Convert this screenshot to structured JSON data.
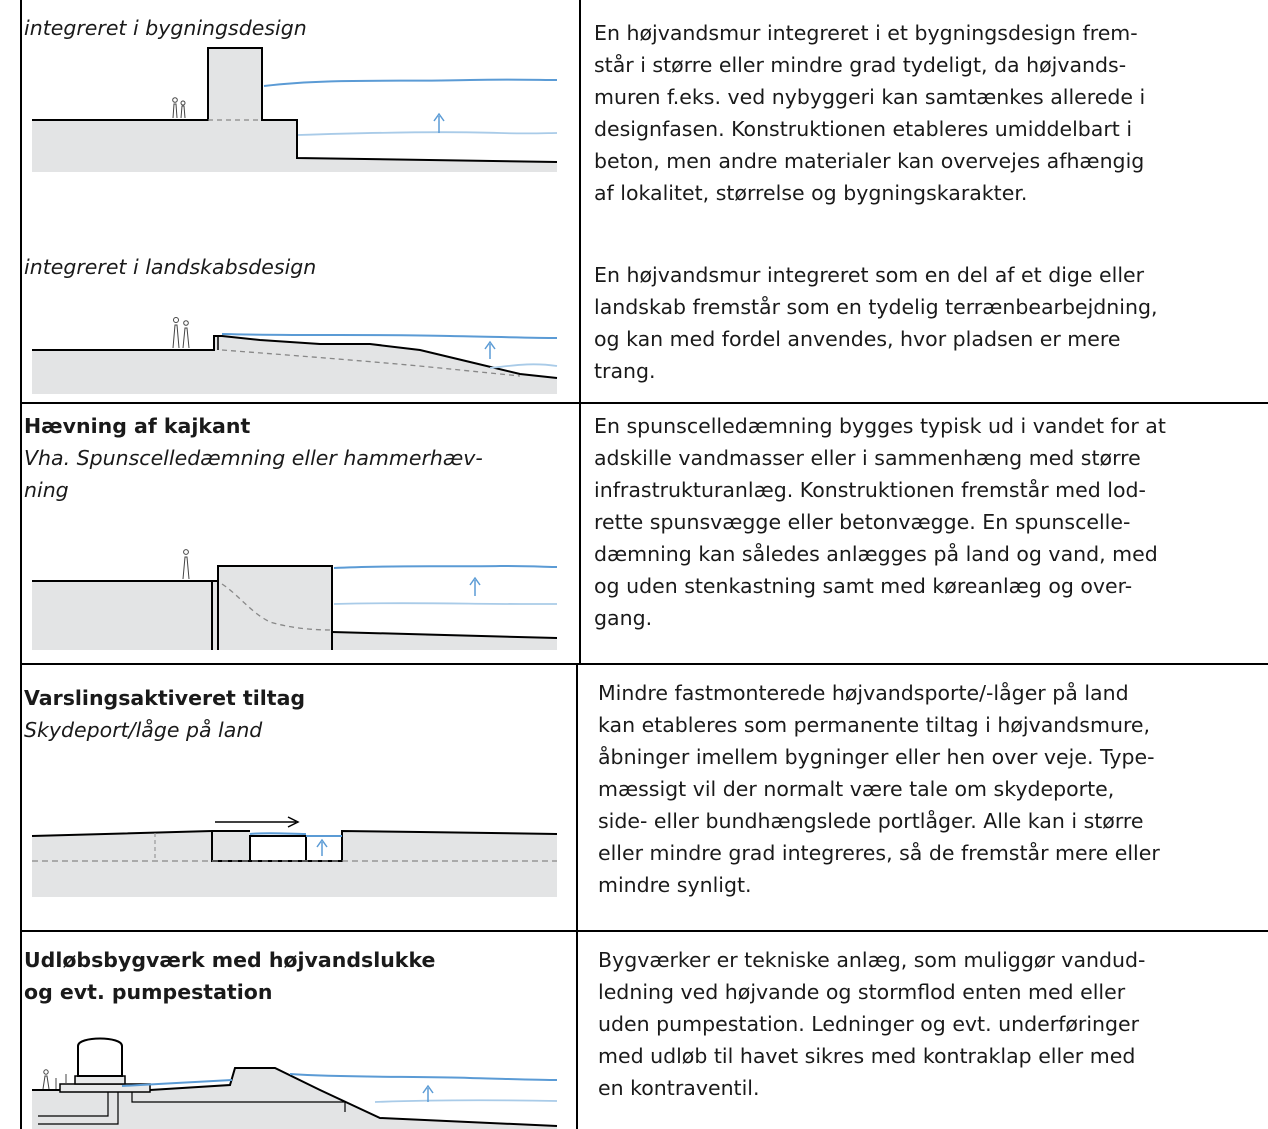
{
  "rows": [
    {
      "blocks": [
        {
          "caption": "integreret i bygningsdesign",
          "lines": [
            "En højvandsmur integreret i et bygningsdesign frem-",
            "står i større eller mindre grad tydeligt, da højvands-",
            "muren f.eks. ved nybyggeri kan samtænkes allerede i",
            "designfasen. Konstruktionen etableres umiddelbart i",
            "beton, men andre materialer kan overvejes afhængig",
            "af lokalitet, størrelse og bygningskarakter."
          ]
        },
        {
          "caption": "integreret i landskabsdesign",
          "lines": [
            "En højvandsmur integreret som en del af et dige eller",
            "landskab fremstår som en tydelig terrænbearbejdning,",
            "og kan med fordel anvendes, hvor pladsen er mere",
            "trang."
          ]
        }
      ]
    },
    {
      "title": "Hævning af kajkant",
      "subtitle_lines": [
        "Vha. Spunscelledæmning eller hammerhæv-",
        "ning"
      ],
      "lines": [
        "En spunscelledæmning bygges typisk ud i vandet for at",
        "adskille vandmasser eller i sammenhæng med større",
        "infrastrukturanlæg. Konstruktionen fremstår med lod-",
        "rette spunsvægge eller betonvægge. En spunscelle-",
        "dæmning kan således anlægges på land og vand, med",
        "og uden stenkastning samt med køreanlæg og over-",
        "gang."
      ]
    },
    {
      "title": "Varslingsaktiveret tiltag",
      "subtitle_lines": [
        "Skydeport/låge på land"
      ],
      "lines": [
        "Mindre fastmonterede højvandsporte/-låger på land",
        "kan etableres som permanente tiltag i højvandsmure,",
        "åbninger imellem bygninger eller hen over veje. Type-",
        "mæssigt vil der normalt være tale om skydeporte,",
        "side- eller bundhængslede portlåger. Alle kan i større",
        "eller mindre grad integreres, så de fremstår mere eller",
        "mindre synligt."
      ]
    },
    {
      "title_lines": [
        "Udløbsbygværk med højvandslukke",
        "og evt. pumpestation"
      ],
      "lines": [
        "Bygværker er tekniske anlæg, som muliggør vandud-",
        "ledning ved højvande og stormflod enten med eller",
        "uden pumpestation. Ledninger og evt. underføringer",
        "med udløb til havet sikres med kontraklap eller med",
        "en kontraventil."
      ]
    }
  ],
  "colors": {
    "ground": "#e3e4e5",
    "water": "#5b9bd5",
    "water_light": "#a9cbe8",
    "line": "#000000",
    "dash": "#777777"
  }
}
